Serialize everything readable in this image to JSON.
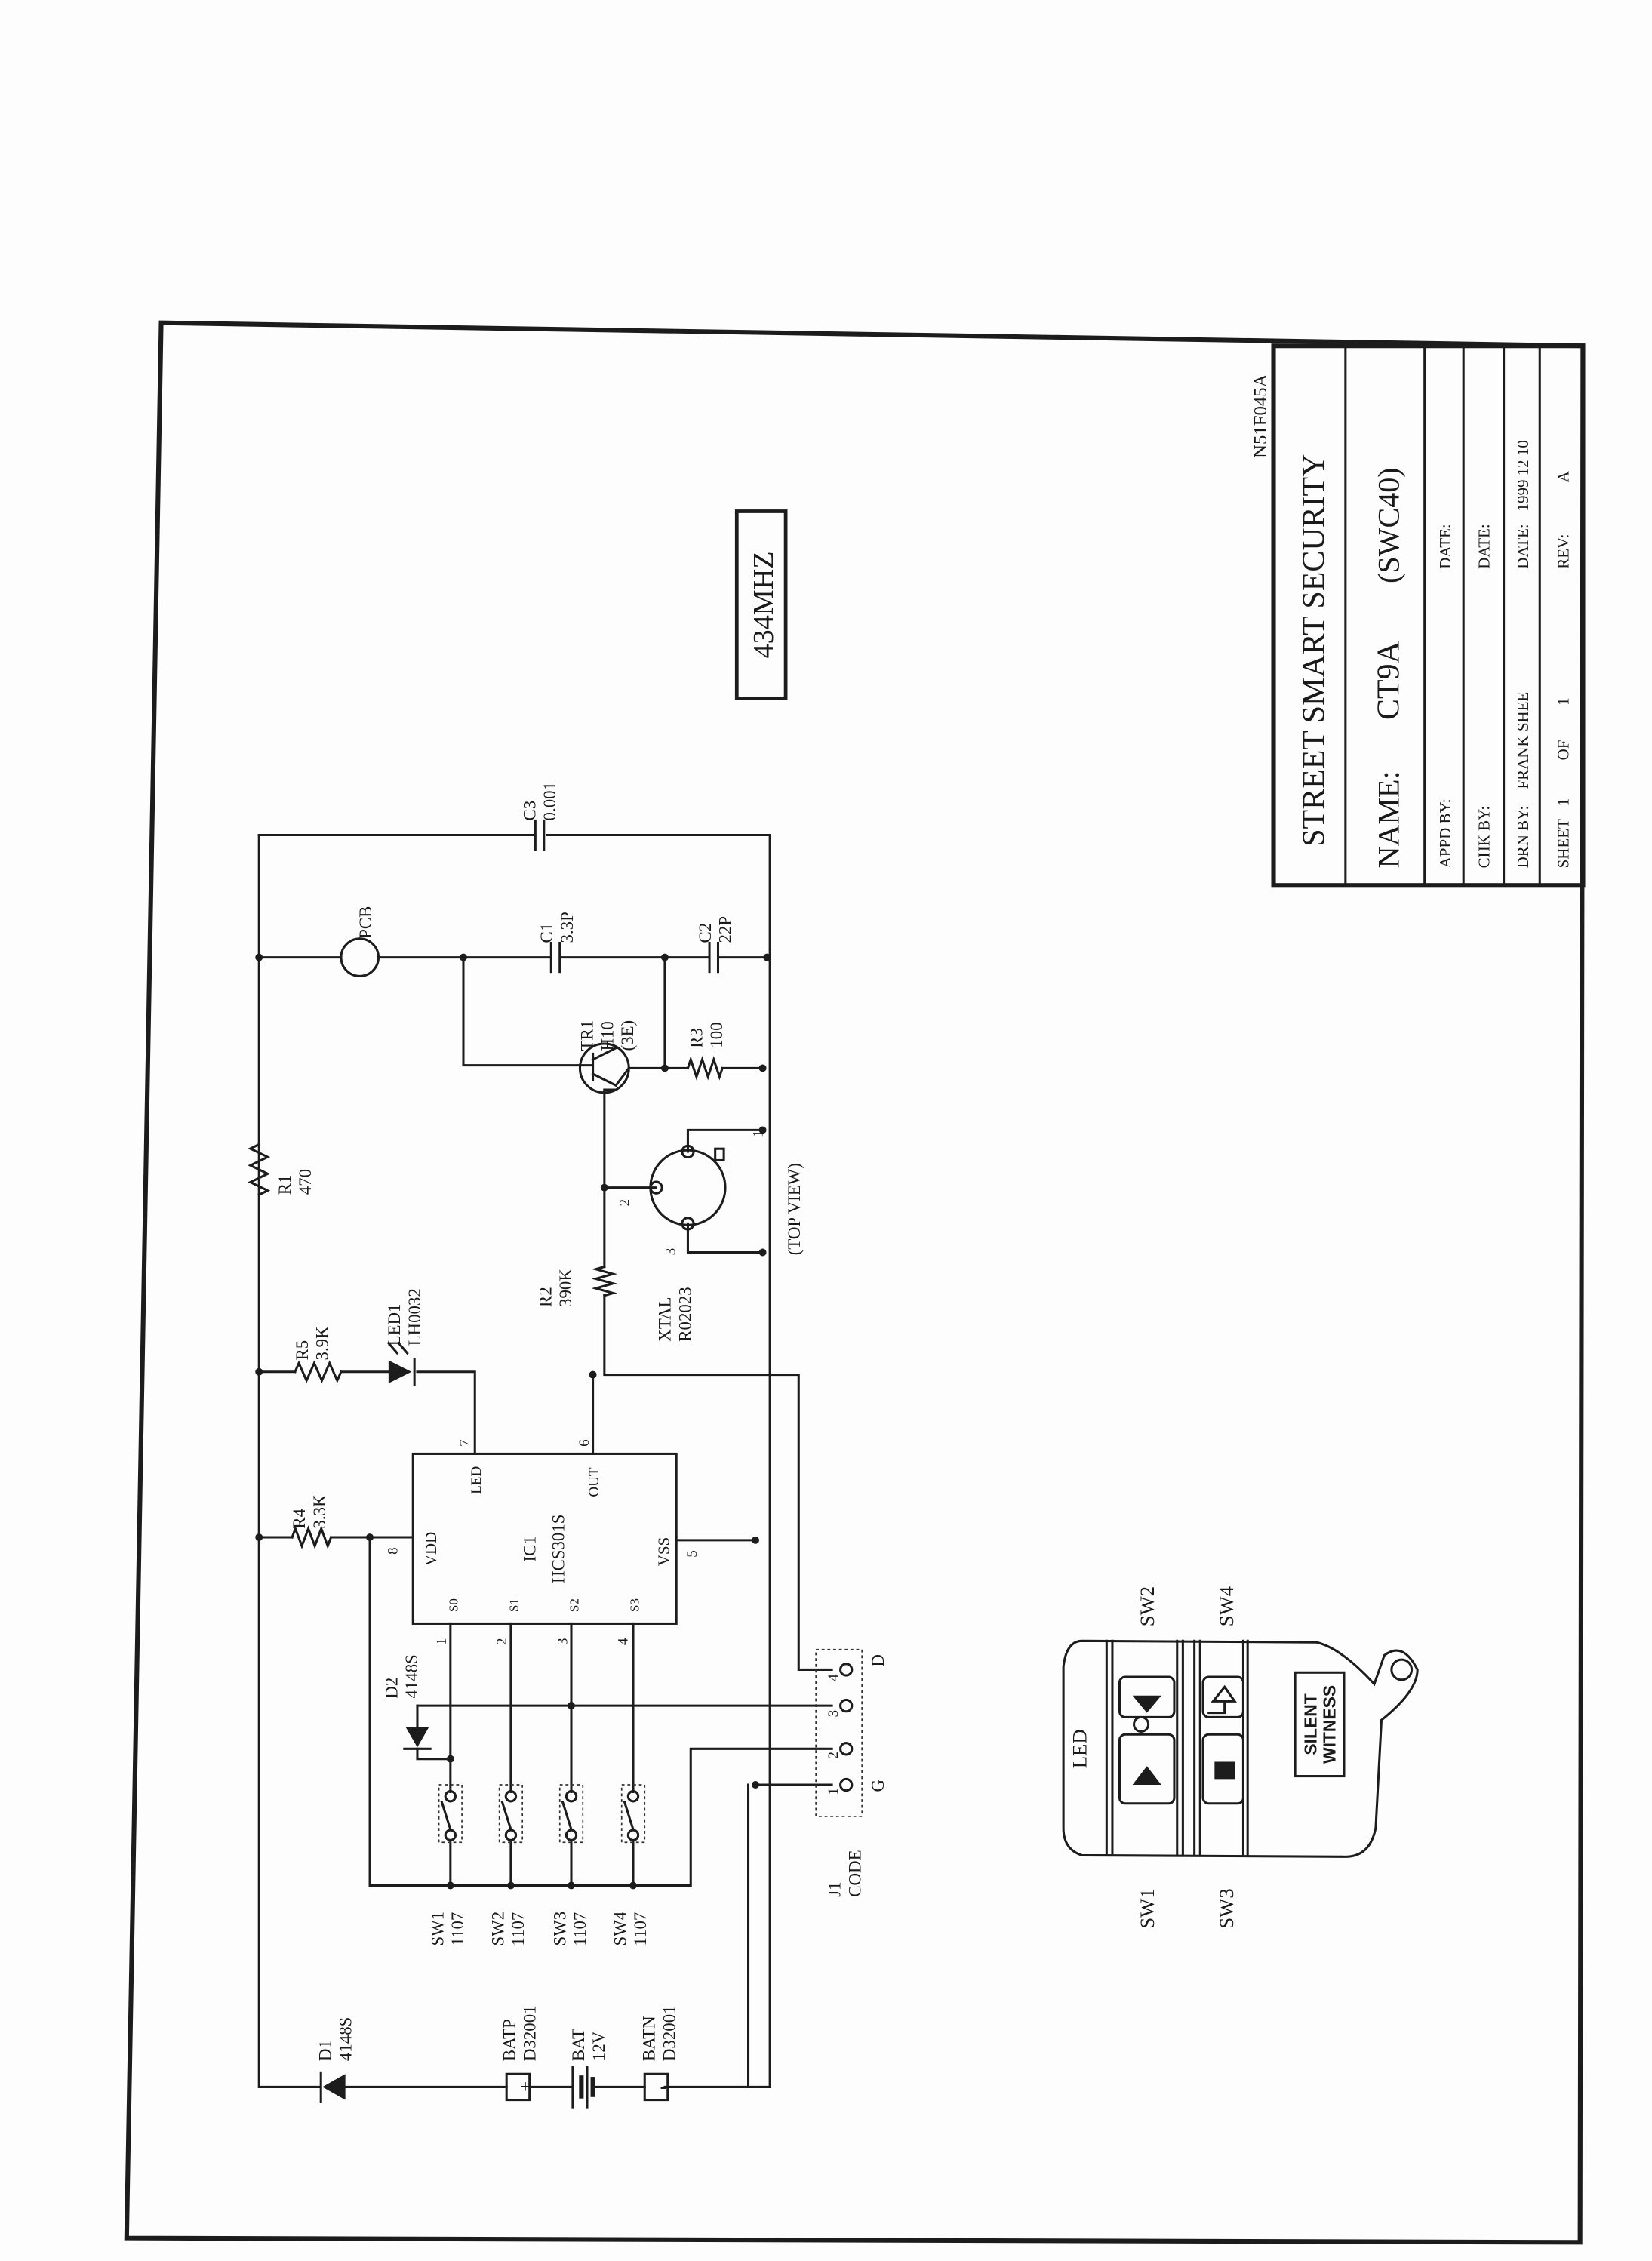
{
  "drawing_number": "N51F045A",
  "frequency_label": "434MHZ",
  "title_block": {
    "company": "STREET SMART SECURITY",
    "name_label": "NAME:",
    "name_value": "CT9A",
    "model": "(SWC40)",
    "appd_by_label": "APPD BY:",
    "appd_date_label": "DATE:",
    "chk_by_label": "CHK BY:",
    "chk_date_label": "DATE:",
    "drn_by_label": "DRN BY:",
    "drn_by_value": "FRANK SHEE",
    "drn_date_label": "DATE:",
    "drn_date_value": "1999 12 10",
    "sheet_label": "SHEET",
    "sheet_num": "1",
    "of_label": "OF",
    "sheet_total": "1",
    "rev_label": "REV:",
    "rev_value": "A"
  },
  "components": {
    "c3": {
      "ref": "C3",
      "value": "0.001"
    },
    "c1": {
      "ref": "C1",
      "value": "3.3P"
    },
    "c2": {
      "ref": "C2",
      "value": "22P"
    },
    "pcb": {
      "ref": "PCB"
    },
    "tr1": {
      "ref": "TR1",
      "value": "H10",
      "extra": "(3E)"
    },
    "r3": {
      "ref": "R3",
      "value": "100"
    },
    "r1": {
      "ref": "R1",
      "value": "470"
    },
    "r2": {
      "ref": "R2",
      "value": "390K"
    },
    "r5": {
      "ref": "R5",
      "value": "3.9K"
    },
    "r4": {
      "ref": "R4",
      "value": "3.3K"
    },
    "led1": {
      "ref": "LED1",
      "value": "LH0032"
    },
    "xtal": {
      "ref": "XTAL",
      "value": "R02023",
      "view": "(TOP VIEW)",
      "pins": [
        "1",
        "2",
        "3"
      ]
    },
    "ic1": {
      "ref": "IC1",
      "value": "HCS301S",
      "pin_names": {
        "vdd": "VDD",
        "led": "LED",
        "out": "OUT",
        "vss": "VSS",
        "s0": "S0",
        "s1": "S1",
        "s2": "S2",
        "s3": "S3"
      },
      "pin_numbers": {
        "vdd": "8",
        "led": "7",
        "out": "6",
        "vss": "5",
        "s0": "1",
        "s1": "2",
        "s2": "3",
        "s3": "4"
      }
    },
    "d2": {
      "ref": "D2",
      "value": "4148S"
    },
    "d1": {
      "ref": "D1",
      "value": "4148S"
    },
    "sw1": {
      "ref": "SW1",
      "value": "1107"
    },
    "sw2": {
      "ref": "SW2",
      "value": "1107"
    },
    "sw3": {
      "ref": "SW3",
      "value": "1107"
    },
    "sw4": {
      "ref": "SW4",
      "value": "1107"
    },
    "j1": {
      "ref": "J1",
      "value": "CODE",
      "pins": [
        "1",
        "2",
        "3",
        "4"
      ],
      "d_label": "D",
      "g_label": "G"
    },
    "batp": {
      "ref": "BATP",
      "value": "D32001",
      "symbol": "+"
    },
    "bat": {
      "ref": "BAT",
      "value": "12V"
    },
    "batn": {
      "ref": "BATN",
      "value": "D32001",
      "symbol": "-"
    }
  },
  "remote": {
    "led_label": "LED",
    "brand": [
      "SILENT",
      "WITNESS"
    ],
    "sw1": "SW1",
    "sw2": "SW2",
    "sw3": "SW3",
    "sw4": "SW4"
  }
}
